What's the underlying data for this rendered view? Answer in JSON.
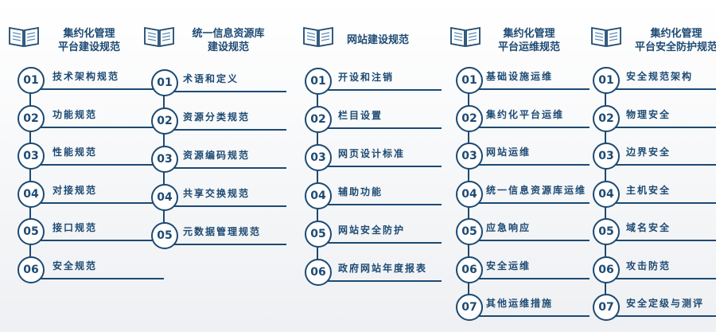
{
  "columns": [
    {
      "title_lines": [
        "集约化管理",
        "平台建设规范"
      ],
      "items": [
        "技术架构规范",
        "功能规范",
        "性能规范",
        "对接规范",
        "接口规范",
        "安全规范"
      ]
    },
    {
      "title_lines": [
        "统一信息资源库",
        "建设规范"
      ],
      "items": [
        "术语和定义",
        "资源分类规范",
        "资源编码规范",
        "共享交换规范",
        "元数据管理规范"
      ]
    },
    {
      "title_lines": [
        "网站建设规范"
      ],
      "items": [
        "开设和注销",
        "栏目设置",
        "网页设计标准",
        "辅助功能",
        "网站安全防护",
        "政府网站年度报表"
      ]
    },
    {
      "title_lines": [
        "集约化管理",
        "平台运维规范"
      ],
      "items": [
        "基础设施运维",
        "集约化平台运维",
        "网站运维",
        "统一信息资源库运维",
        "应急响应",
        "安全运维",
        "其他运维措施"
      ]
    },
    {
      "title_lines": [
        "集约化管理",
        "平台安全防护规范"
      ],
      "items": [
        "安全规范架构",
        "物理安全",
        "边界安全",
        "主机安全",
        "域名安全",
        "攻击防范",
        "安全定级与测评"
      ]
    }
  ],
  "numbers": [
    "01",
    "02",
    "03",
    "04",
    "05",
    "06",
    "07"
  ]
}
